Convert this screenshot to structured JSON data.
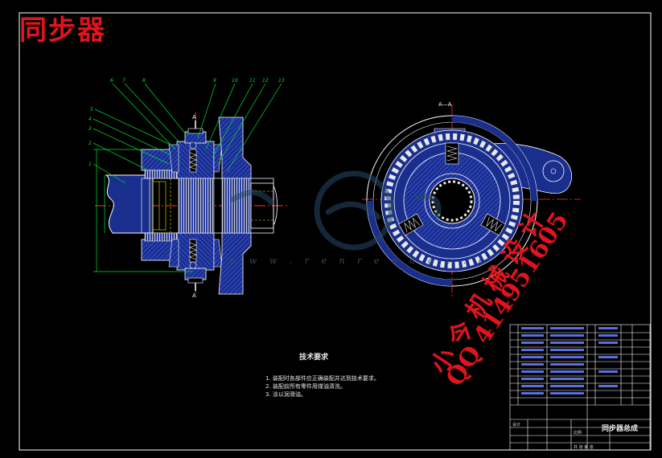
{
  "banner": {
    "title": "同步器"
  },
  "drawing": {
    "section_label": "A—A",
    "cut_marks": [
      "A",
      "A"
    ],
    "balloons": [
      "6",
      "7",
      "8",
      "9",
      "10",
      "11",
      "12",
      "13",
      "5",
      "4",
      "3",
      "2",
      "1"
    ]
  },
  "tech_requirements": {
    "title": "技术要求",
    "lines": [
      "1. 装配时各部件应正确装配并达到技术要求。",
      "2. 装配前所有零件用煤油清洗。",
      "3. 涂以润滑油。"
    ]
  },
  "title_block": {
    "drawing_title": "同步器总成",
    "designer_label": "设计",
    "scale_label": "比例",
    "sheet_label": "共 张 第 张"
  },
  "watermarks": {
    "red_line_1": "小 今 机 械 设 计",
    "red_line_2": "QQ 414951605",
    "site": "w w w . r e n r e n d o c . c"
  },
  "colors": {
    "background": "#000000",
    "line": "#ffffff",
    "part_fill": "#1a2e8e",
    "hatch": "#4466ff",
    "dim": "#00e030",
    "accent": "#e0141c",
    "centerline": "#ff3030",
    "hidden": "#e6e600"
  }
}
